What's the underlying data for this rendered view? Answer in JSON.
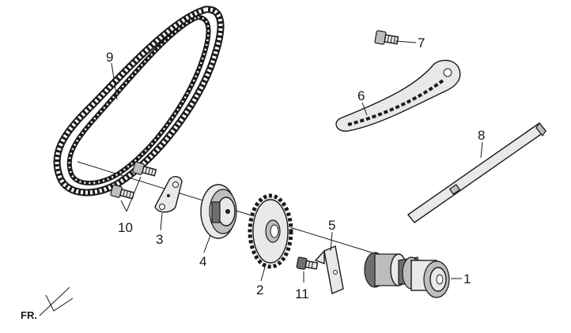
{
  "diagram": {
    "orientation_label": "FR.",
    "callouts": [
      {
        "id": "1",
        "part": "camshaft"
      },
      {
        "id": "2",
        "part": "cam-sprocket"
      },
      {
        "id": "3",
        "part": "plate"
      },
      {
        "id": "4",
        "part": "decompressor-weight"
      },
      {
        "id": "5",
        "part": "lock-plate"
      },
      {
        "id": "6",
        "part": "chain-tensioner-slipper"
      },
      {
        "id": "7",
        "part": "bolt"
      },
      {
        "id": "8",
        "part": "chain-guide"
      },
      {
        "id": "9",
        "part": "cam-chain"
      },
      {
        "id": "10",
        "part": "bolt-pair"
      },
      {
        "id": "11",
        "part": "bolt"
      }
    ]
  }
}
